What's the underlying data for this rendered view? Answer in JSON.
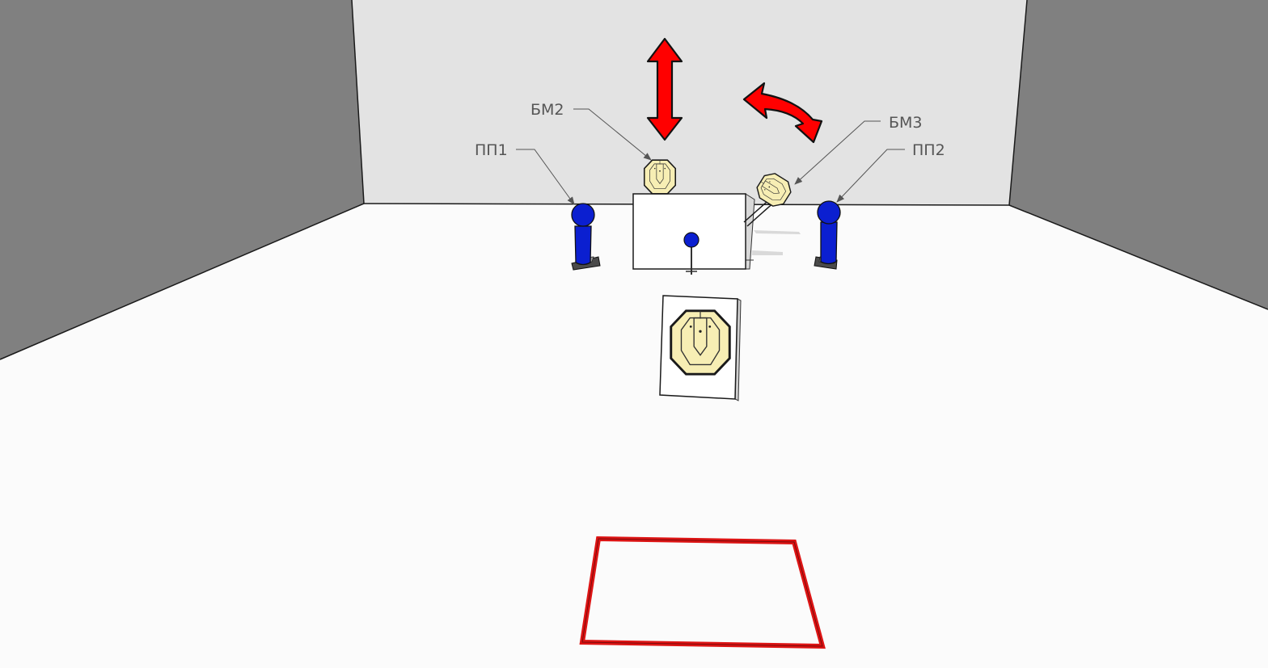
{
  "labels": {
    "bm2": "БМ2",
    "bm3": "БМ3",
    "pp1": "ПП1",
    "pp2": "ПП2"
  },
  "colors": {
    "wall_side": "#808080",
    "wall_back": "#e3e3e3",
    "floor": "#fbfbfb",
    "popper_blue": "#0b1fd0",
    "target_yellow": "#f7eeb4",
    "arrow_red": "#ff0000",
    "shooting_box_red": "#dd1414"
  },
  "icons": {
    "vertical_motion": "double-arrow-vertical-icon",
    "swing_motion": "curved-double-arrow-icon"
  }
}
